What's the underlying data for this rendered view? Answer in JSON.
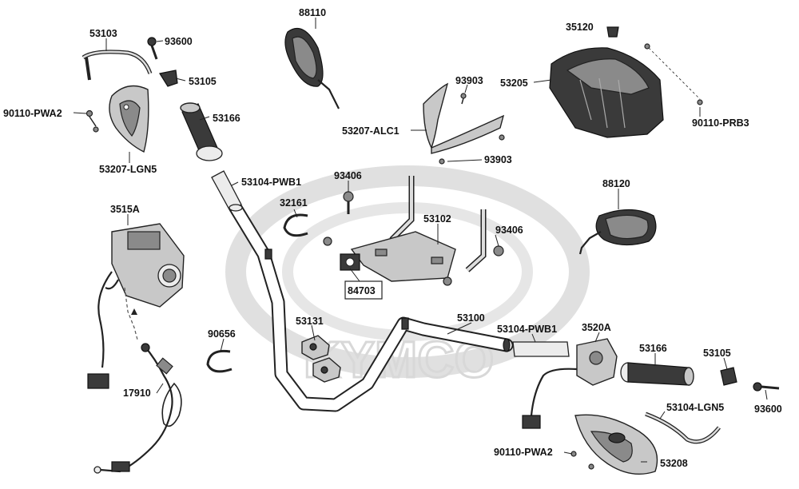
{
  "watermark": {
    "brand": "KYMCO"
  },
  "labels": {
    "l_88110": "88110",
    "l_53103": "53103",
    "l_93600_top": "93600",
    "l_53105_top": "53105",
    "l_90110_pwa2_top": "90110-PWA2",
    "l_53166_top": "53166",
    "l_53207_lgn5": "53207-LGN5",
    "l_53104_pwb1_top": "53104-PWB1",
    "l_32161": "32161",
    "l_3515a": "3515A",
    "l_93406_top": "93406",
    "l_53102": "53102",
    "l_93406_right": "93406",
    "l_84703": "84703",
    "l_93903_top": "93903",
    "l_53207_alc1": "53207-ALC1",
    "l_93903_bottom": "93903",
    "l_35120": "35120",
    "l_53205": "53205",
    "l_90110_prb3": "90110-PRB3",
    "l_88120": "88120",
    "l_53131": "53131",
    "l_53100": "53100",
    "l_53104_pwb1_right": "53104-PWB1",
    "l_3520a": "3520A",
    "l_90656": "90656",
    "l_17910": "17910",
    "l_53166_right": "53166",
    "l_53105_right": "53105",
    "l_93600_right": "93600",
    "l_53104_lgn5": "53104-LGN5",
    "l_90110_pwa2_bottom": "90110-PWA2",
    "l_53208": "53208"
  }
}
